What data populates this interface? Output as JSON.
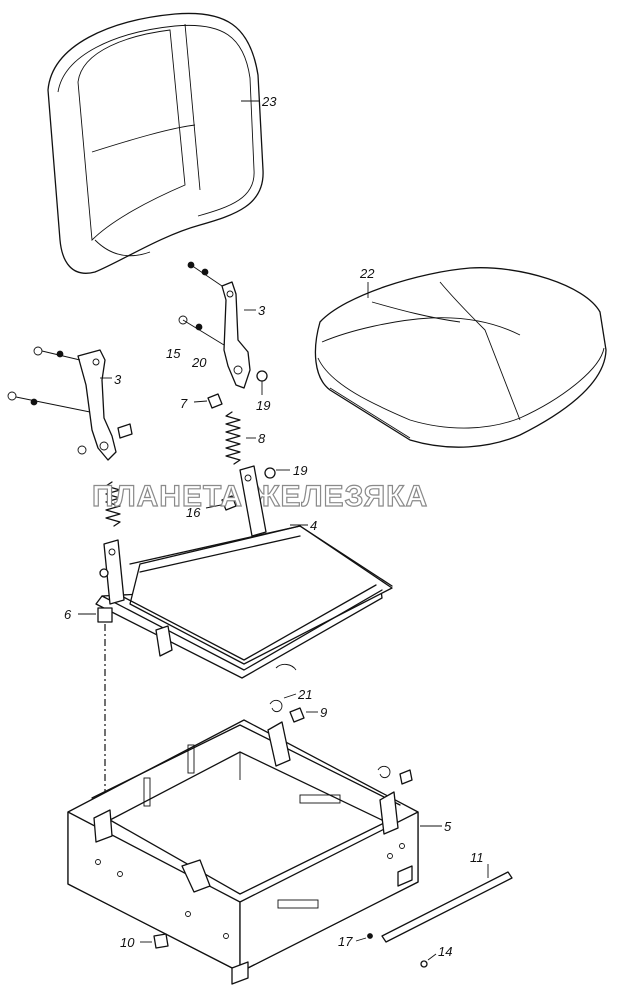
{
  "watermark": "ПЛАНЕТА ЖЕЛЕЗЯКА",
  "labels": {
    "p23": "23",
    "p22": "22",
    "p3a": "3",
    "p3b": "3",
    "p15": "15",
    "p20": "20",
    "p7": "7",
    "p19a": "19",
    "p8": "8",
    "p19b": "19",
    "p16": "16",
    "p4": "4",
    "p6": "6",
    "p21": "21",
    "p9": "9",
    "p5": "5",
    "p11": "11",
    "p10": "10",
    "p17": "17",
    "p14": "14"
  }
}
